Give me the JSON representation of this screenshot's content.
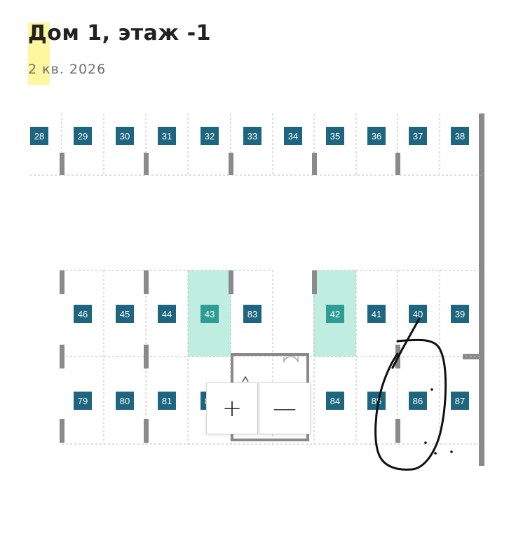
{
  "header": {
    "title": "Дом 1, этаж -1",
    "subtitle": "2 кв. 2026"
  },
  "zoom": {
    "in_label": "+",
    "out_label": "—"
  },
  "colors": {
    "spot_badge": "#1e6680",
    "selected_fill": "#bfeee0",
    "selected_badge": "#2e9d96",
    "wall": "#8a8a8a",
    "dash": "#bdbdbd",
    "ink": "#111111"
  },
  "parking": {
    "spots": [
      {
        "number": "28"
      },
      {
        "number": "29"
      },
      {
        "number": "30"
      },
      {
        "number": "31"
      },
      {
        "number": "32"
      },
      {
        "number": "33"
      },
      {
        "number": "34"
      },
      {
        "number": "35"
      },
      {
        "number": "36"
      },
      {
        "number": "37"
      },
      {
        "number": "38"
      },
      {
        "number": "46"
      },
      {
        "number": "45"
      },
      {
        "number": "44"
      },
      {
        "number": "43",
        "highlighted": true
      },
      {
        "number": "83"
      },
      {
        "number": "42",
        "highlighted": true
      },
      {
        "number": "41"
      },
      {
        "number": "40"
      },
      {
        "number": "39"
      },
      {
        "number": "79"
      },
      {
        "number": "80"
      },
      {
        "number": "81"
      },
      {
        "number": "82"
      },
      {
        "number": "84"
      },
      {
        "number": "85"
      },
      {
        "number": "86"
      },
      {
        "number": "87"
      }
    ]
  }
}
